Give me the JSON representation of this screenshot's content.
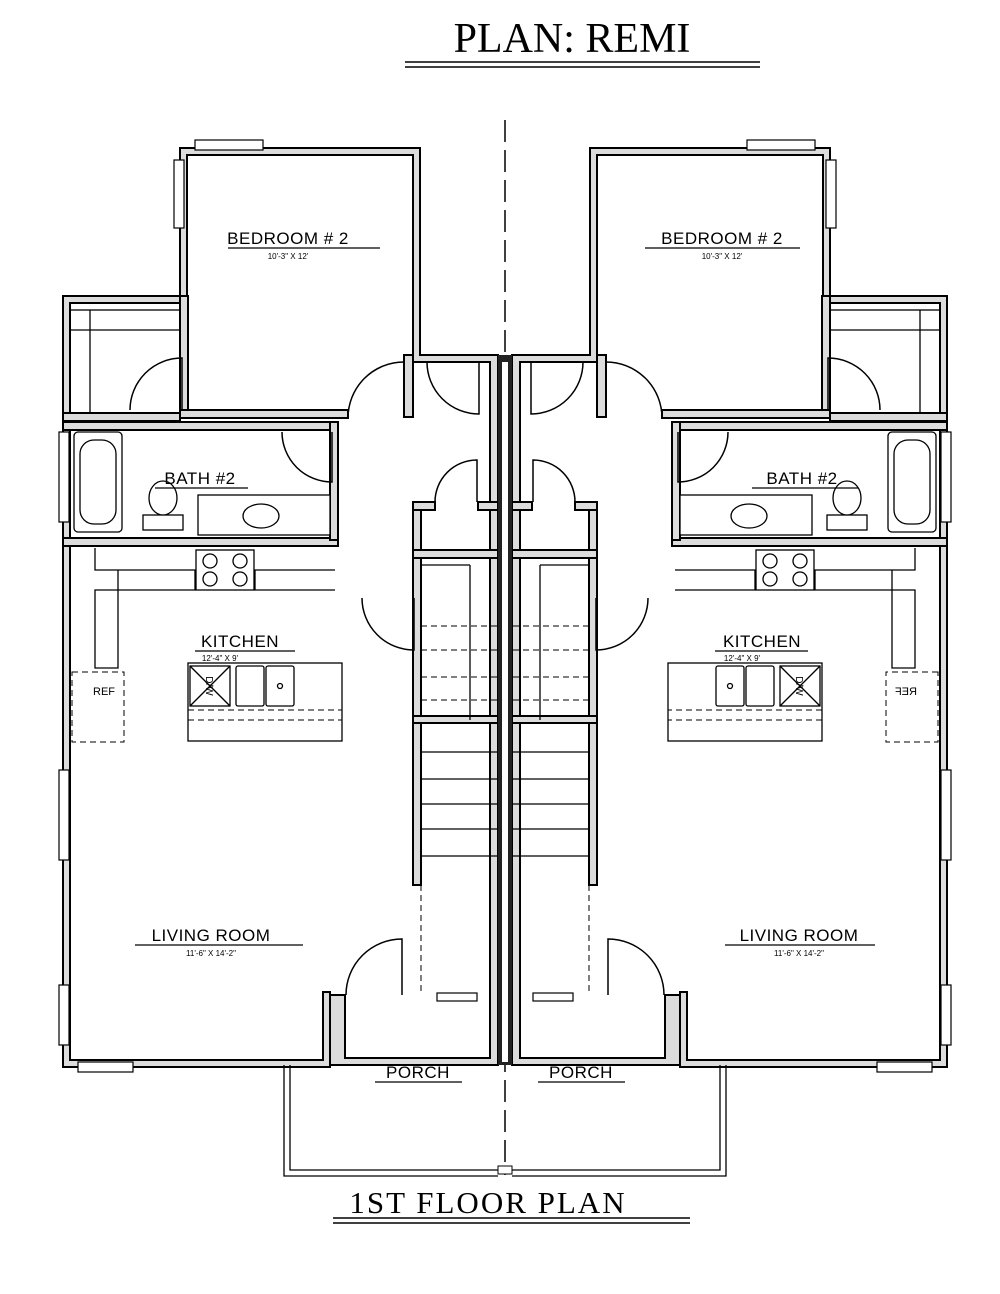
{
  "title": "PLAN:  REMI",
  "subtitle": "1ST FLOOR PLAN",
  "units": {
    "left": {
      "bedroom_label": "BEDROOM # 2",
      "bedroom_dim": "10'-3\" X 12'",
      "bath_label": "BATH #2",
      "kitchen_label": "KITCHEN",
      "kitchen_dim": "12'-4\" X 9'",
      "living_label": "LIVING ROOM",
      "living_dim": "11'-6\" X 14'-2\"",
      "porch_label": "PORCH",
      "ref_label": "REF",
      "dw_label": "D/W"
    },
    "right": {
      "bedroom_label": "BEDROOM # 2",
      "bedroom_dim": "10'-3\" X 12'",
      "bath_label": "BATH #2",
      "kitchen_label": "KITCHEN",
      "kitchen_dim": "12'-4\" X 9'",
      "living_label": "LIVING ROOM",
      "living_dim": "11'-6\" X 14'-2\"",
      "porch_label": "PORCH",
      "ref_label": "REF",
      "dw_label": "D/W"
    }
  }
}
